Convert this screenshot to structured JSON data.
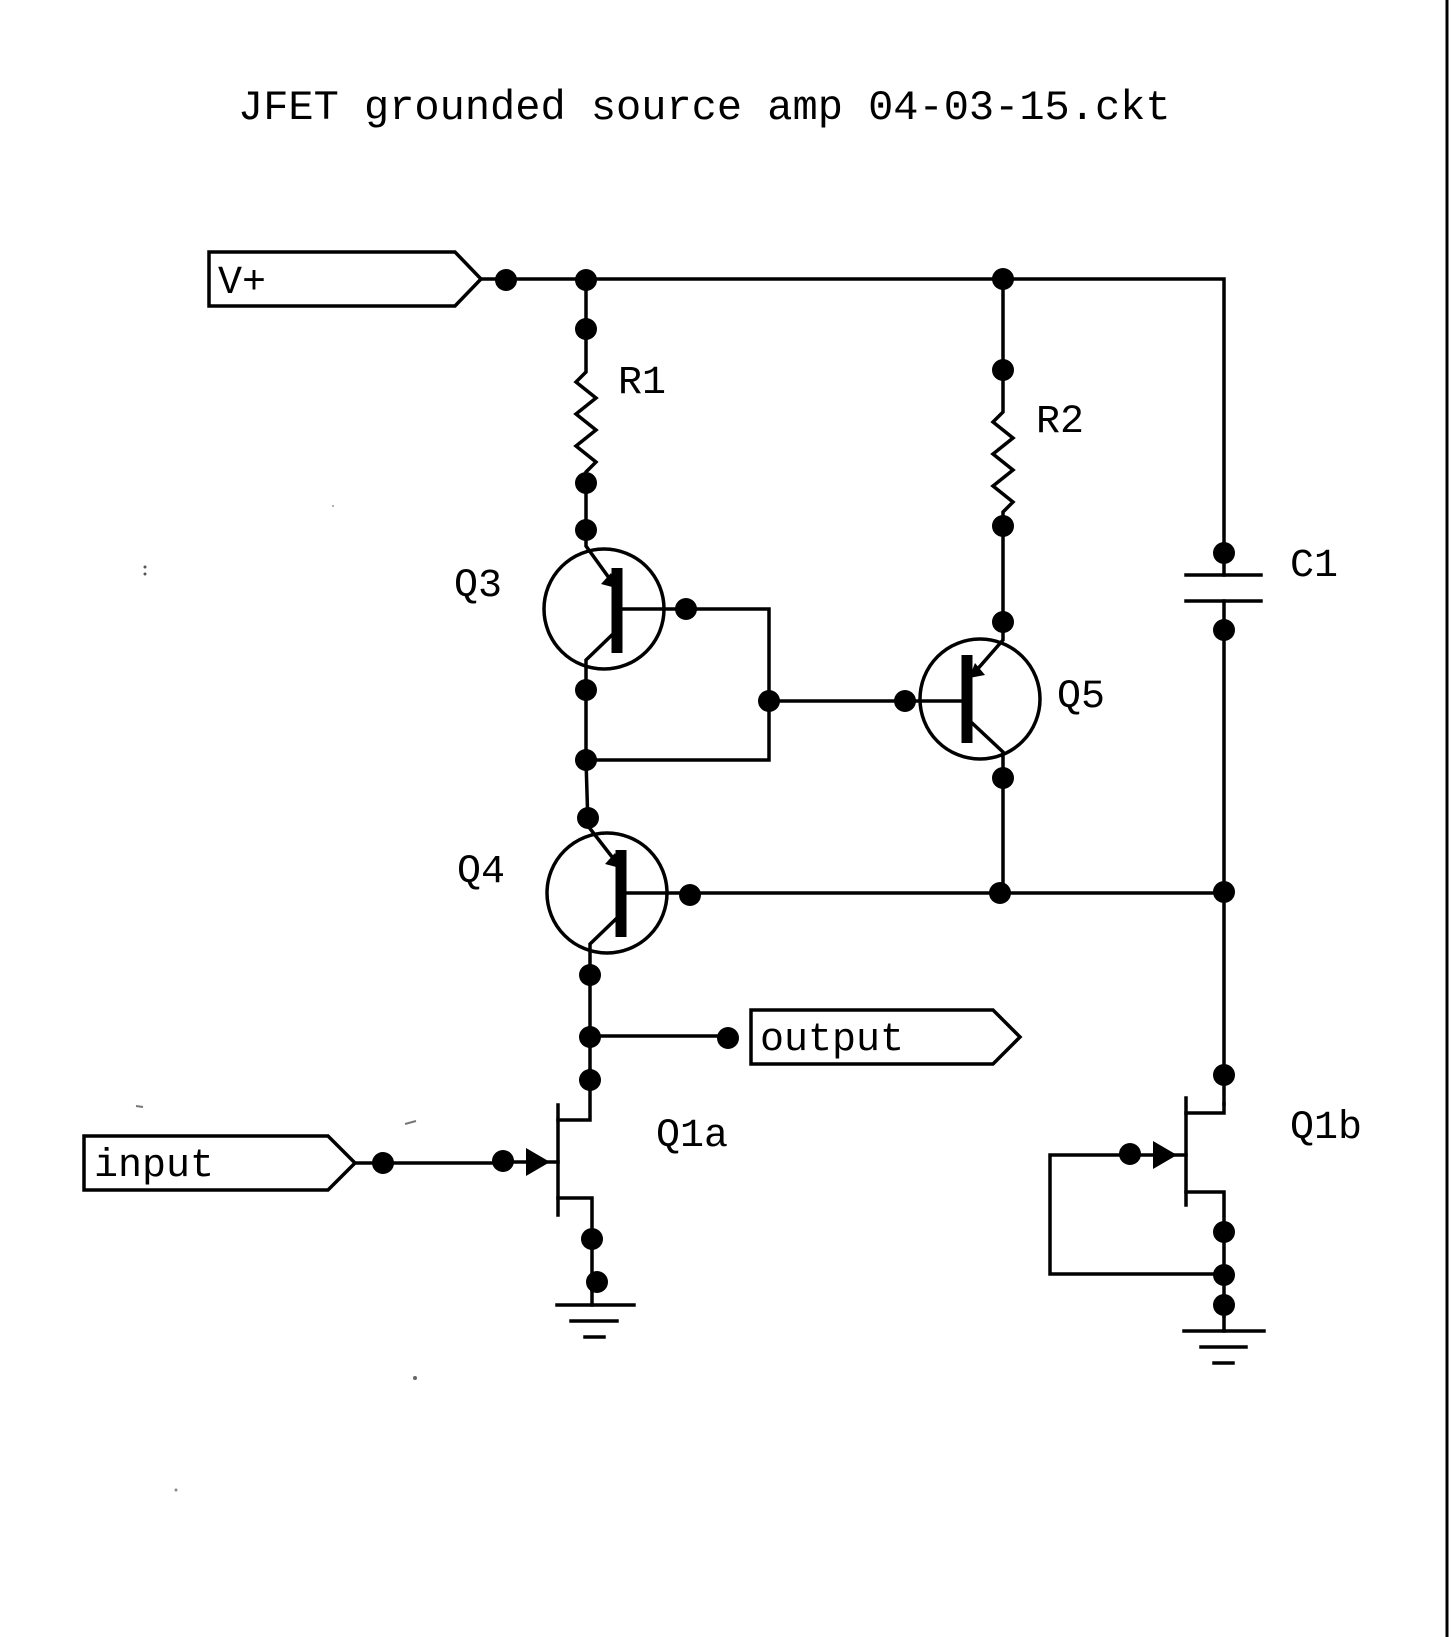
{
  "title": "JFET grounded source amp 04-03-15.ckt",
  "ports": {
    "vplus": "V+",
    "input": "input",
    "output": "output"
  },
  "components": {
    "r1": "R1",
    "r2": "R2",
    "c1": "C1",
    "q3": "Q3",
    "q4": "Q4",
    "q5": "Q5",
    "q1a": "Q1a",
    "q1b": "Q1b"
  }
}
